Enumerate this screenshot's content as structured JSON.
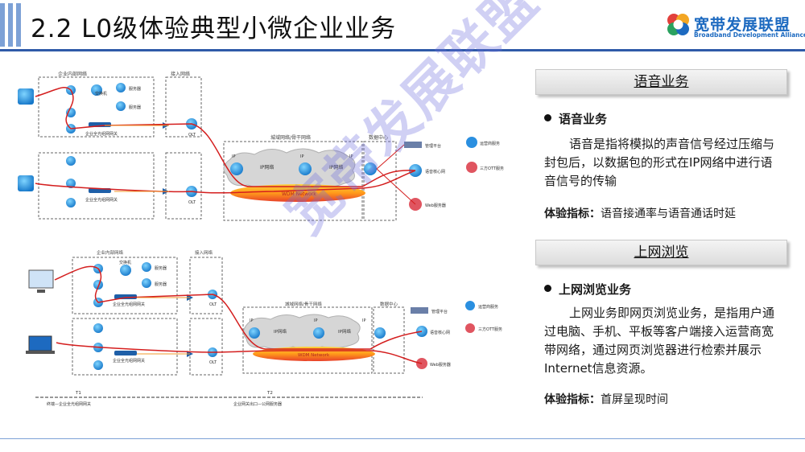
{
  "header": {
    "title": "2.2  L0级体验典型小微企业业务",
    "logo_name": "宽带发展联盟",
    "logo_sub": "Broadband Development Alliance",
    "accent": "#2f5aa8"
  },
  "voice": {
    "heading": "语音业务",
    "bullet": "语音业务",
    "description": "语音是指将模拟的声音信号经过压缩与封包后，以数据包的形式在IP网络中进行语音信号的传输",
    "metric_label": "体验指标：",
    "metric_value": "语音接通率与语音通话时延"
  },
  "web": {
    "heading": "上网浏览",
    "bullet": "上网浏览业务",
    "description": "上网业务即网页浏览业务，是指用户通过电脑、手机、平板等客户端接入运营商宽带网络，通过网页浏览器进行检索并展示Internet信息资源。",
    "metric_label": "体验指标：",
    "metric_value": "首屏呈现时间"
  },
  "diagram_top": {
    "enterprise_net": "企业内部网络",
    "access_net": "接入网络",
    "metro_net": "城域网络/骨干网络",
    "data_center": "数据中心",
    "switch": "交换机",
    "server1": "服务器",
    "server2": "服务器",
    "gateway": "企业全光组网网关",
    "olt": "OLT",
    "ip": "IP",
    "ip_net": "IP网络",
    "wdm": "WDM Network",
    "mgmt": "管理平台",
    "op_service": "运营商服务",
    "third_party": "三方OTT服务",
    "voice_core": "语音核心网",
    "web_server": "Web服务器"
  },
  "diagram_bottom": {
    "enterprise_net": "企业内部网络",
    "access_net": "接入网络",
    "metro_net": "城域网络/骨干网络",
    "data_center": "数据中心",
    "switch": "交换机",
    "server1": "服务器",
    "server2": "服务器",
    "gateway": "企业全光组网网关",
    "olt": "OLT",
    "ip": "IP",
    "ip_net": "IP网络",
    "wdm": "WDM Network",
    "mgmt": "管理平台",
    "op_service": "运营商服务",
    "third_party": "三方OTT服务",
    "voice_core": "语音核心网",
    "web_server": "Web服务器",
    "t1": "T1",
    "t2": "T2",
    "t1_label": "终端—企业全光组网网关",
    "t2_label": "企业网关出口—公网服务器"
  },
  "watermark": "宽带发展联盟"
}
